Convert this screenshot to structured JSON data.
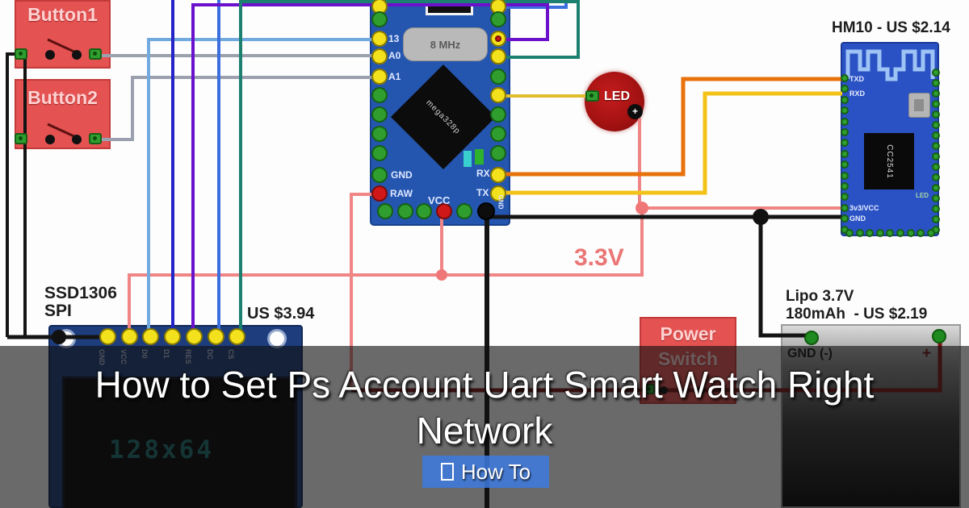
{
  "diagram": {
    "buttons": {
      "button1": "Button1",
      "button2": "Button2"
    },
    "arduino": {
      "osc_label": "8 MHz",
      "chip_label": "mega328p",
      "labels": {
        "p13": "13",
        "a0": "A0",
        "a1": "A1",
        "gnd": "GND",
        "raw": "RAW",
        "vcc": "VCC",
        "rx": "RX",
        "tx": "TX",
        "gnd2": "GND"
      }
    },
    "led": {
      "label": "LED",
      "plus": "+"
    },
    "hm10": {
      "title": "HM10 - US $2.14",
      "chip": "CC2541",
      "pin_txd": "TXD",
      "pin_rxd": "RXD",
      "pin_vcc": "3v3/VCC",
      "pin_gnd": "GND",
      "pin_led": "LED"
    },
    "display": {
      "name": "SSD1306",
      "iface": "SPI",
      "price": "US $3.94",
      "resolution": "128x64",
      "pins": [
        "GND",
        "VCC",
        "D0",
        "D1",
        "RES",
        "DC",
        "CS"
      ]
    },
    "power_switch": {
      "line1": "Power",
      "line2": "Switch"
    },
    "battery": {
      "line1": "Lipo 3.7V",
      "line2": "180mAh  - US $2.19",
      "neg": "GND (-)",
      "pos": "+"
    },
    "rail_label": "3.3V"
  },
  "overlay": {
    "title_line1": "How to Set Ps Account Uart Smart Watch Right",
    "title_line2": "Network",
    "badge": {
      "label": "How To"
    }
  },
  "colors": {
    "board_blue": "#2456b0",
    "hm10_blue": "#2a52c4",
    "lcd_navy": "#1d3d7d",
    "component_red": "#e45252",
    "badge_blue": "#3e7ade",
    "overlay_dark": "rgba(16,16,16,0.62)",
    "wire_gray": "#9aa0ad",
    "wire_lightblue": "#72aadf",
    "wire_darkblue": "#2323c8",
    "wire_purple": "#6b11cc",
    "wire_blue": "#3b6fe0",
    "wire_teal": "#1c8070",
    "wire_orange": "#e8710a",
    "wire_yellow": "#f2c218",
    "wire_salmon": "#ef8585",
    "wire_darkred": "#7a1414",
    "wire_black": "#141414",
    "rail_text": "#ea7676",
    "lcd_text_teal": "#1d6f6f"
  }
}
